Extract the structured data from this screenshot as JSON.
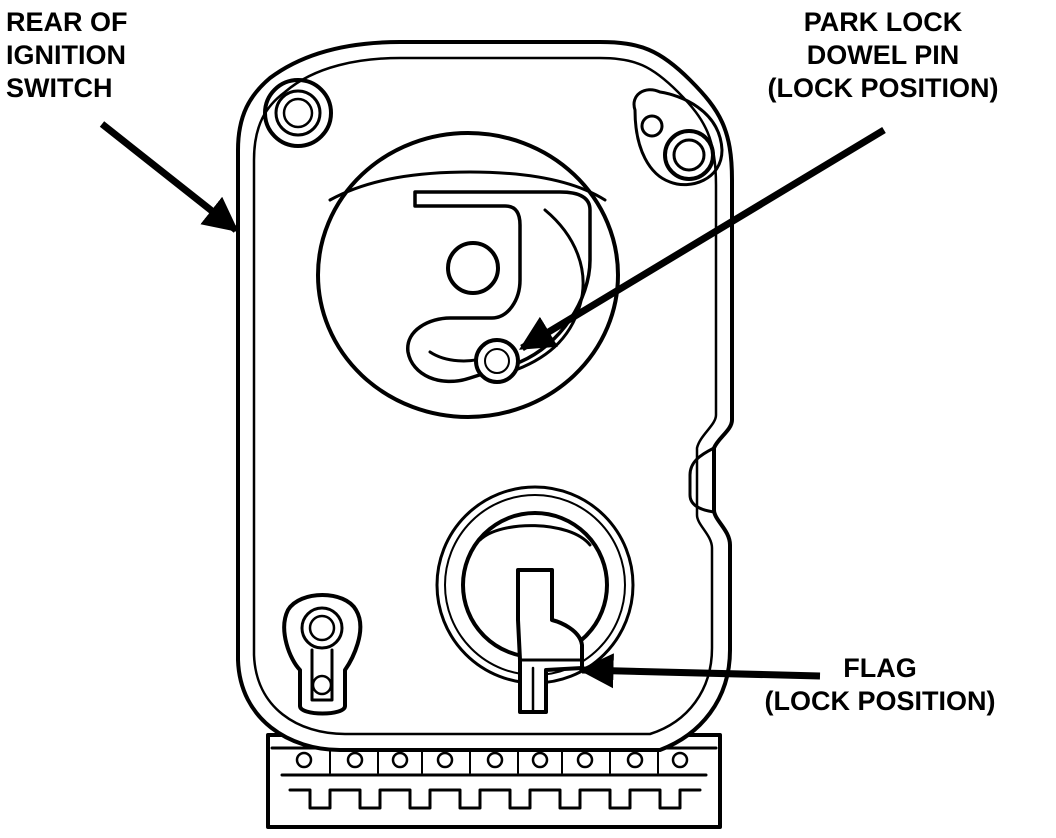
{
  "labels": {
    "rear_of_ignition_switch": [
      "REAR OF",
      "IGNITION",
      "SWITCH"
    ],
    "park_lock_dowel_pin": [
      "PARK LOCK",
      "DOWEL PIN",
      "(LOCK POSITION)"
    ],
    "flag": [
      "FLAG",
      "(LOCK POSITION)"
    ]
  },
  "colors": {
    "ink": "#000000",
    "paper": "#ffffff"
  }
}
